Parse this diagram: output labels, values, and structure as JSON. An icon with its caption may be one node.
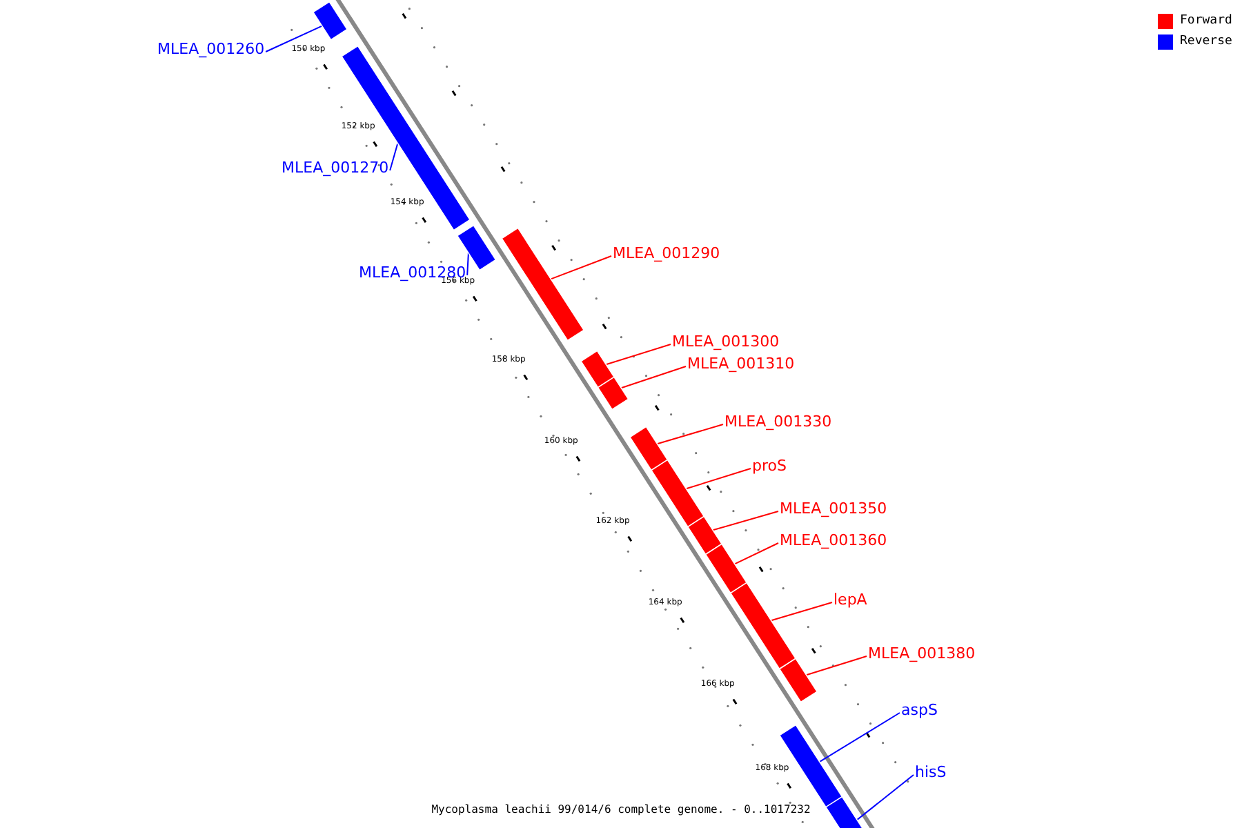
{
  "diagram": {
    "caption": "Mycoplasma leachii 99/014/6 complete genome. - 0..1017232",
    "nodes": [
      {
        "text": [
          "MLEA_001260"
        ]
      },
      {
        "text": [],
        "shape": "bar"
      },
      {
        "text": [
          "MLEA_001270"
        ]
      },
      {
        "text": [],
        "shape": "bar"
      },
      {
        "text": [
          "MLEA_001280"
        ]
      },
      {
        "text": [],
        "shape": "bar"
      },
      {
        "text": [
          "MLEA_001290"
        ]
      },
      {
        "text": [],
        "shape": "bar"
      },
      {
        "text": [
          "MLEA_001300"
        ]
      },
      {
        "text": [],
        "shape": "bar"
      },
      {
        "text": [
          "MLEA_001310"
        ]
      },
      {
        "text": [],
        "shape": "bar"
      },
      {
        "text": [
          "MLEA_001330"
        ]
      },
      {
        "text": [],
        "shape": "bar"
      },
      {
        "text": [
          "proS"
        ]
      },
      {
        "text": [],
        "shape": "bar"
      },
      {
        "text": [
          "MLEA_001350"
        ]
      },
      {
        "text": [],
        "shape": "bar"
      },
      {
        "text": [
          "MLEA_001360"
        ]
      },
      {
        "text": [],
        "shape": "bar"
      },
      {
        "text": [
          "lepA"
        ]
      },
      {
        "text": [],
        "shape": "bar"
      },
      {
        "text": [
          "MLEA_001380"
        ]
      },
      {
        "text": [],
        "shape": "bar"
      },
      {
        "text": [
          "aspS"
        ]
      },
      {
        "text": [],
        "shape": "bar"
      },
      {
        "text": [
          "hisS"
        ]
      },
      {
        "text": [],
        "shape": "bar"
      }
    ],
    "edges": [
      {
        "from": 0,
        "to": 1,
        "arrow": "none",
        "color": "#0000ff"
      },
      {
        "from": 2,
        "to": 3,
        "arrow": "none",
        "color": "#0000ff"
      },
      {
        "from": 4,
        "to": 5,
        "arrow": "none",
        "color": "#0000ff"
      },
      {
        "from": 6,
        "to": 7,
        "arrow": "none"
      },
      {
        "from": 8,
        "to": 9,
        "arrow": "none"
      },
      {
        "from": 10,
        "to": 11,
        "arrow": "none"
      },
      {
        "from": 12,
        "to": 13,
        "arrow": "none"
      },
      {
        "from": 14,
        "to": 15,
        "arrow": "none"
      },
      {
        "from": 16,
        "to": 17,
        "arrow": "none"
      },
      {
        "from": 18,
        "to": 19,
        "arrow": "none"
      },
      {
        "from": 20,
        "to": 21,
        "arrow": "none"
      },
      {
        "from": 22,
        "to": 23,
        "arrow": "none"
      },
      {
        "from": 24,
        "to": 25,
        "arrow": "none",
        "color": "#0000ff"
      },
      {
        "from": 26,
        "to": 27,
        "arrow": "none",
        "color": "#0000ff"
      }
    ],
    "labels": [
      "150 kbp",
      "152 kbp",
      "154 kbp",
      "156 kbp",
      "158 kbp",
      "160 kbp",
      "162 kbp",
      "164 kbp",
      "166 kbp",
      "168 kbp"
    ],
    "legend": [
      {
        "text": "Forward",
        "color": "#ff0000"
      },
      {
        "text": "Reverse",
        "color": "#0000ff"
      }
    ]
  }
}
